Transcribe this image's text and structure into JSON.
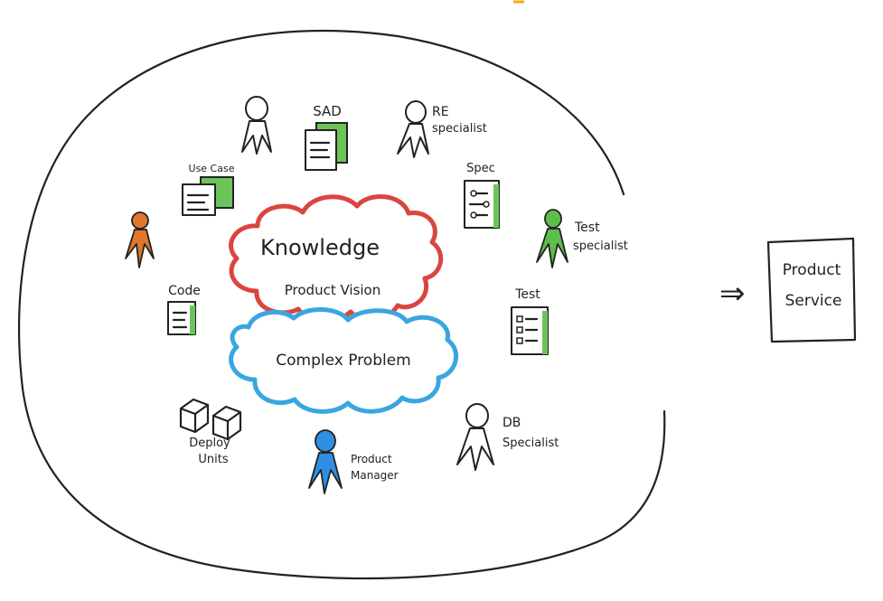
{
  "colors": {
    "ink": "#222222",
    "knowledge_cloud": "#d9463f",
    "problem_cloud": "#3aa6e0",
    "artifact_green": "#6cc45a",
    "orange_person": "#e0772a",
    "green_person": "#5cbf4c",
    "blue_person": "#2f8fe0",
    "accent_top": "#f5a623"
  },
  "clouds": {
    "knowledge": {
      "title": "Knowledge",
      "subtitle": "Product Vision"
    },
    "problem": {
      "title": "Complex Problem"
    }
  },
  "artifacts": {
    "sad": "SAD",
    "use_case": "Use Case",
    "spec": "Spec",
    "code": "Code",
    "test": "Test",
    "deploy_units": [
      "Deploy",
      "Units"
    ]
  },
  "roles": {
    "re_specialist": [
      "RE",
      "specialist"
    ],
    "test_specialist": [
      "Test",
      "specialist"
    ],
    "db_specialist": [
      "DB",
      "Specialist"
    ],
    "product_manager": [
      "Product",
      "Manager"
    ]
  },
  "output": {
    "arrow": "⇒",
    "box_lines": [
      "Product",
      "Service"
    ]
  }
}
